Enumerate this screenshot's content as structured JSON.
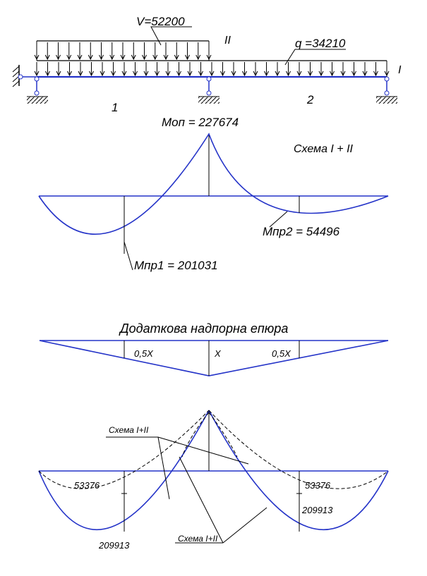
{
  "colors": {
    "beam": "#2433c8",
    "ink": "#000000",
    "background": "#ffffff"
  },
  "load_diagram": {
    "v_label": "V=52200",
    "q_label": "q =34210",
    "scheme_ii_mark": "II",
    "scheme_i_mark": "I",
    "span_1_label": "1",
    "span_2_label": "2"
  },
  "moment_diagram": {
    "support_moment_label": "Mоп = 227674",
    "scheme_label": "Схема I + II",
    "span_1_moment_label": "Mпр1 = 201031",
    "span_2_moment_label": "Mпр2 = 54496"
  },
  "additional_diagram": {
    "title": "Додаткова надпорна епюра",
    "half_x_left": "0,5X",
    "x_label": "X",
    "half_x_right": "0,5X"
  },
  "final_diagram": {
    "scheme_label_top": "Схема I+II",
    "scheme_label_bottom": "Схема I+II",
    "value_left_upper": "53376",
    "value_left_lower": "209913",
    "value_right_upper": "53376",
    "value_right_lower": "209913"
  }
}
